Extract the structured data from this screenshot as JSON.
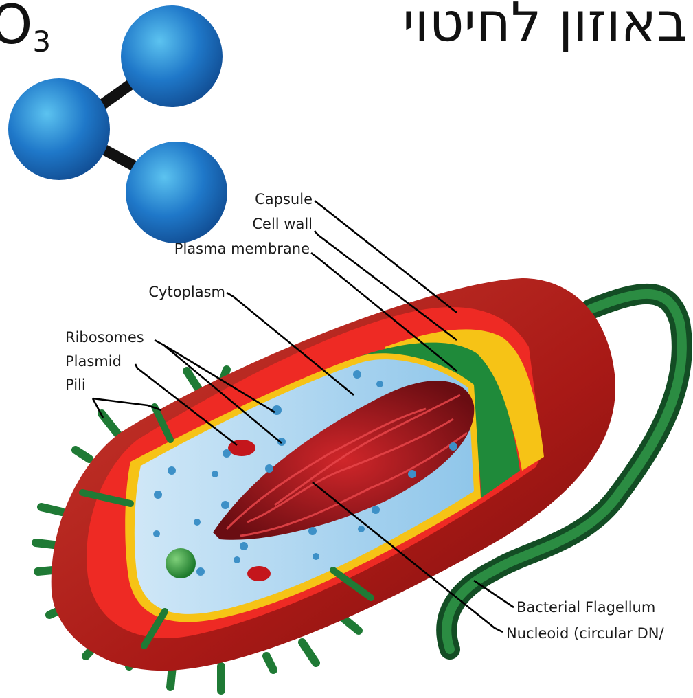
{
  "title": "באוזון לחיטוי",
  "formula": {
    "main": "O",
    "subscript": "3"
  },
  "labels": {
    "capsule": "Capsule",
    "cell_wall": "Cell wall",
    "plasma_membrane": "Plasma membrane",
    "cytoplasm": "Cytoplasm",
    "ribosomes": "Ribosomes",
    "plasmid": "Plasmid",
    "pili": "Pili",
    "flagellum": "Bacterial Flagellum",
    "nucleoid": "Nucleoid (circular DN/"
  },
  "colors": {
    "atom": "#1f78c9",
    "capsule": "#b01e1a",
    "cell_wall": "#ee2a24",
    "membrane_yellow": "#f6c316",
    "membrane_green": "#1f8a3a",
    "cytoplasm": "#a9d3ee",
    "nucleoid": "#b5161c",
    "flagellum": "#1e6f33"
  }
}
